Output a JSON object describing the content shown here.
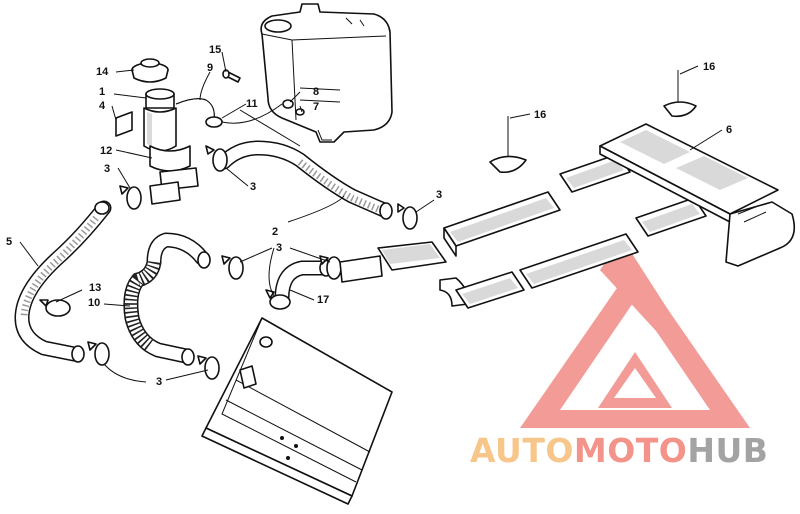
{
  "callouts": {
    "c1": "1",
    "c2": "2",
    "c3a": "3",
    "c3b": "3",
    "c3c": "3",
    "c3d": "3",
    "c3e": "3",
    "c4": "4",
    "c5": "5",
    "c6": "6",
    "c7": "7",
    "c8": "8",
    "c9": "9",
    "c10": "10",
    "c11": "11",
    "c12": "12",
    "c13": "13",
    "c14": "14",
    "c15": "15",
    "c16a": "16",
    "c16b": "16",
    "c17": "17"
  },
  "watermark": {
    "part1": "AUTO",
    "part2": "MOTO",
    "part3": "HUB",
    "color1": "#f7c68a",
    "color2": "#f4938a",
    "color3": "#a3a3a3",
    "logo_color": "#f08a86"
  }
}
